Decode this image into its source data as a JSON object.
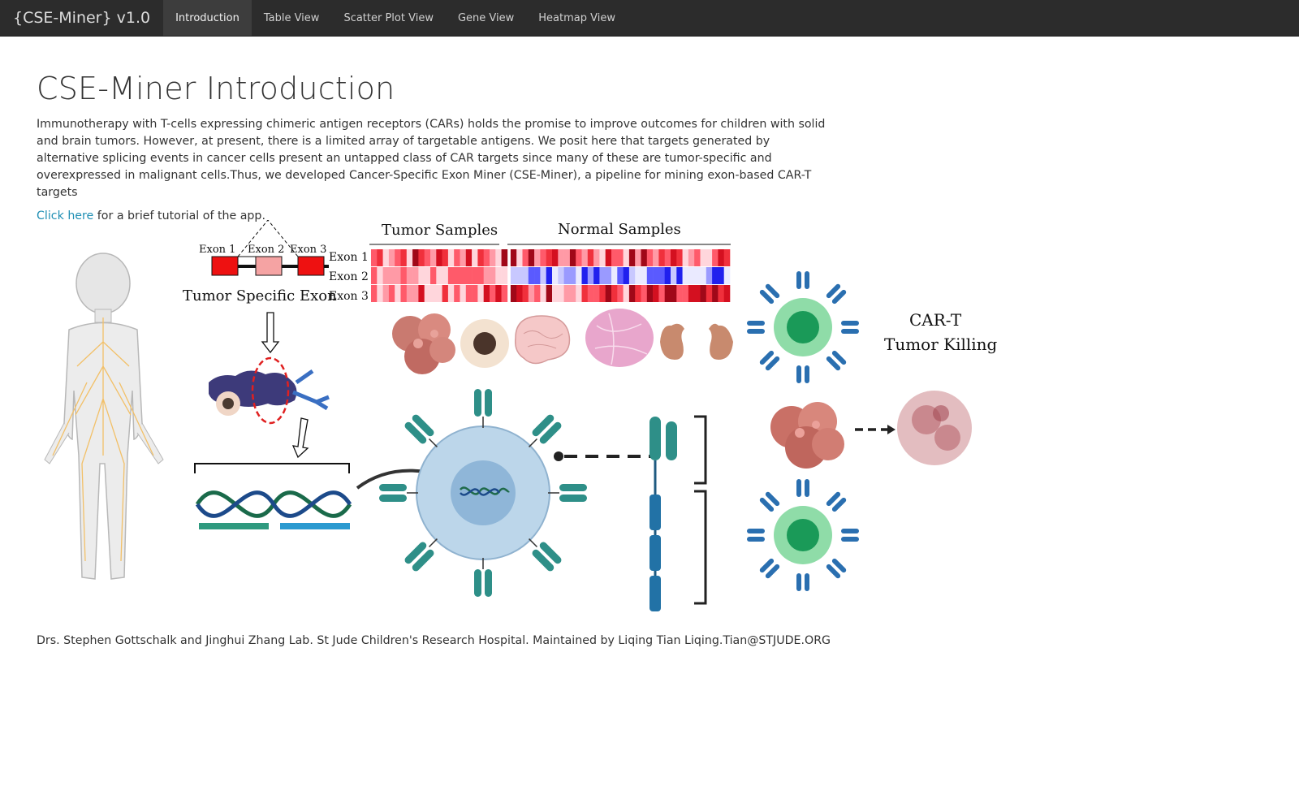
{
  "app": {
    "brand": "{CSE-Miner} v1.0"
  },
  "nav": {
    "items": [
      "Introduction",
      "Table View",
      "Scatter Plot View",
      "Gene View",
      "Heatmap View"
    ],
    "active": 0
  },
  "page": {
    "title": "CSE-Miner Introduction",
    "intro": "Immunotherapy with T-cells expressing chimeric antigen receptors (CARs) holds the promise to improve outcomes for children with solid and brain tumors. However, at present, there is a limited array of targetable antigens. We posit here that targets generated by alternative splicing events in cancer cells present an untapped class of CAR targets since many of these are tumor-specific and overexpressed in malignant cells.Thus, we developed Cancer-Specific Exon Miner (CSE-Miner), a pipeline for mining exon-based CAR-T targets",
    "tutorial_link": "Click here",
    "tutorial_rest": " for a brief tutorial of the app."
  },
  "figure": {
    "exon1": "Exon  1",
    "exon2": "Exon  2",
    "exon3": "Exon  3",
    "tse_label": "Tumor Specific Exon",
    "tumor_samples": "Tumor Samples",
    "normal_samples": "Normal Samples",
    "row_exon1": "Exon  1",
    "row_exon2": "Exon  2",
    "row_exon3": "Exon  3",
    "cart_line1": "CAR-T",
    "cart_line2": "Tumor Killing",
    "colors": {
      "exon_red": "#ee0000",
      "exon_pink": "#f5a3a3",
      "tcell_green": "#52c878",
      "receptor_blue": "#2a6fb0",
      "teal": "#2e8f88"
    }
  },
  "footer": {
    "text": "Drs. Stephen Gottschalk and Jinghui Zhang Lab. St Jude Children's Research Hospital. Maintained by Liqing Tian Liqing.Tian@STJUDE.ORG"
  }
}
